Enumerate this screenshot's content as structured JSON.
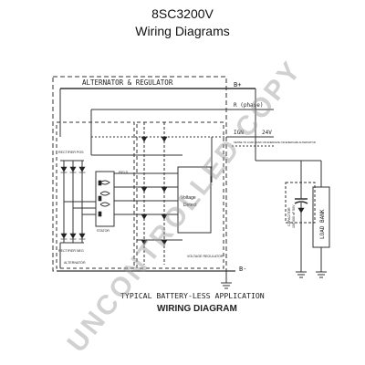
{
  "header": {
    "model": "8SC3200V",
    "subtitle": "Wiring Diagrams"
  },
  "diagram": {
    "box_label": "ALTERNATOR & REGULATOR",
    "terminal_bplus": "B+",
    "terminal_rphase": "R (phase)",
    "terminal_ign": "IGN",
    "voltage_24": "24V",
    "ign_note": "SENSE TO LOAD BANK OR ENERGIZE OR ENERGIZE ALTERNATOR",
    "terminal_bminus": "B-",
    "rectifier_pos": "RECTIFIER POS",
    "rectifier_neg": "RECTIFIER NEG",
    "alternator": "ALTERNATOR",
    "field": "FIELD",
    "stator": "STATOR",
    "voltage_regulator": "VOLTAGE REGULATOR",
    "vr_block_1": "Voltage",
    "vr_block_2": "Detect",
    "capacitor": "CAPACITOR",
    "capacitor_note": "100,000 uF 50V",
    "load_bank": "LOAD BANK",
    "application": "TYPICAL BATTERY-LESS APPLICATION",
    "footer": "WIRING DIAGRAM"
  },
  "watermark": "UNCONTROLLED COPY"
}
